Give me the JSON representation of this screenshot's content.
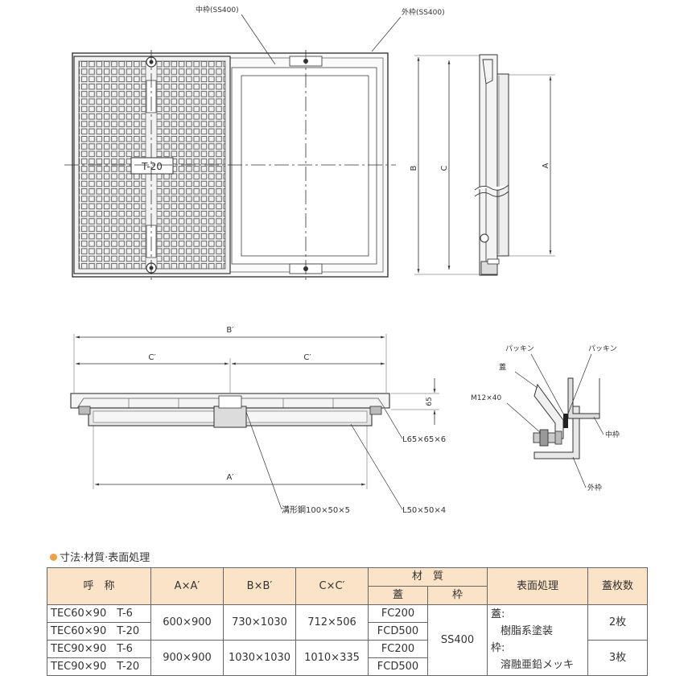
{
  "plan_view": {
    "inner_frame_label": "中枠(SS400)",
    "outer_frame_label": "外枠(SS400)",
    "cover_tag": "T-20"
  },
  "side_view": {
    "dim_B": "B",
    "dim_C": "C",
    "dim_A": "A"
  },
  "section_view": {
    "dim_B_prime": "B′",
    "dim_C_prime_left": "C′",
    "dim_C_prime_right": "C′",
    "dim_A_prime": "A′",
    "dim_65": "65",
    "angle_L65": "L65×65×6",
    "channel_label": "溝形鋼100×50×5",
    "angle_L50": "L50×50×4"
  },
  "detail_view": {
    "packing_left": "パッキン",
    "packing_right": "パッキン",
    "cover": "蓋",
    "bolt": "M12×40",
    "inner_frame": "中枠",
    "outer_frame": "外枠"
  },
  "table": {
    "section_title": "寸法·材質·表面処理",
    "headers": {
      "name": "呼　称",
      "AxA": "A×A′",
      "BxB": "B×B′",
      "CxC": "C×C′",
      "material": "材　質",
      "cover": "蓋",
      "frame": "枠",
      "surface": "表面処理",
      "count": "蓋枚数"
    },
    "rows": [
      {
        "name": "TEC60×90　T-6",
        "cover_material": "FC200"
      },
      {
        "name": "TEC60×90　T-20",
        "cover_material": "FCD500"
      },
      {
        "name": "TEC90×90　T-6",
        "cover_material": "FC200"
      },
      {
        "name": "TEC90×90　T-20",
        "cover_material": "FCD500"
      }
    ],
    "groups": [
      {
        "AxA": "600×900",
        "BxB": "730×1030",
        "CxC": "712×506",
        "count": "2枚"
      },
      {
        "AxA": "900×900",
        "BxB": "1030×1030",
        "CxC": "1010×335",
        "count": "3枚"
      }
    ],
    "frame_material": "SS400",
    "surface": {
      "line1": "蓋:",
      "line2": "樹脂系塗装",
      "line3": "枠:",
      "line4": "溶融亜鉛メッキ"
    }
  }
}
